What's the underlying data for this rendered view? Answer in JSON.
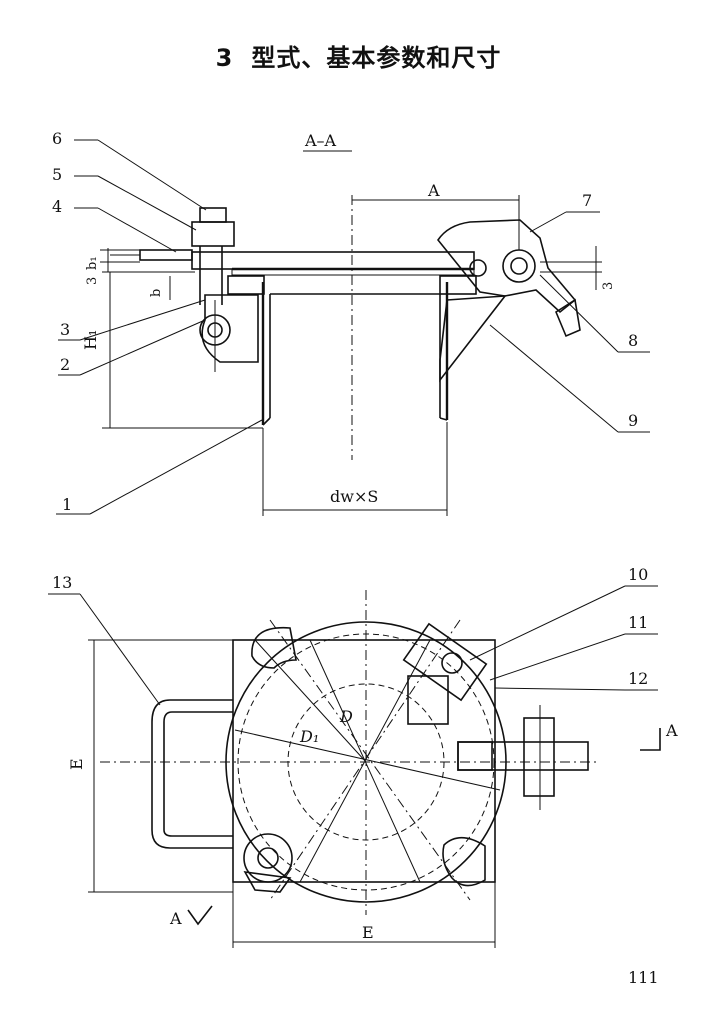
{
  "title": {
    "number": "3",
    "text": "型式、基本参数和尺寸"
  },
  "section_view": {
    "label": "A–A"
  },
  "part_labels": {
    "p1": "1",
    "p2": "2",
    "p3": "3",
    "p4": "4",
    "p5": "5",
    "p6": "6",
    "p7": "7",
    "p8": "8",
    "p9": "9",
    "p10": "10",
    "p11": "11",
    "p12": "12",
    "p13": "13"
  },
  "dimensions": {
    "A": "A",
    "b1": "b₁",
    "b": "b",
    "three_left": "3",
    "three_right": "3",
    "H1": "H₁",
    "dwS": "dw×S",
    "E_vertical": "E",
    "E_horizontal": "E",
    "D": "D",
    "D1": "D₁"
  },
  "section_markers": {
    "top": "A",
    "bottom": "A"
  },
  "page_number": "111",
  "colors": {
    "ink": "#111111",
    "paper": "#ffffff",
    "hatch": "#333333"
  }
}
